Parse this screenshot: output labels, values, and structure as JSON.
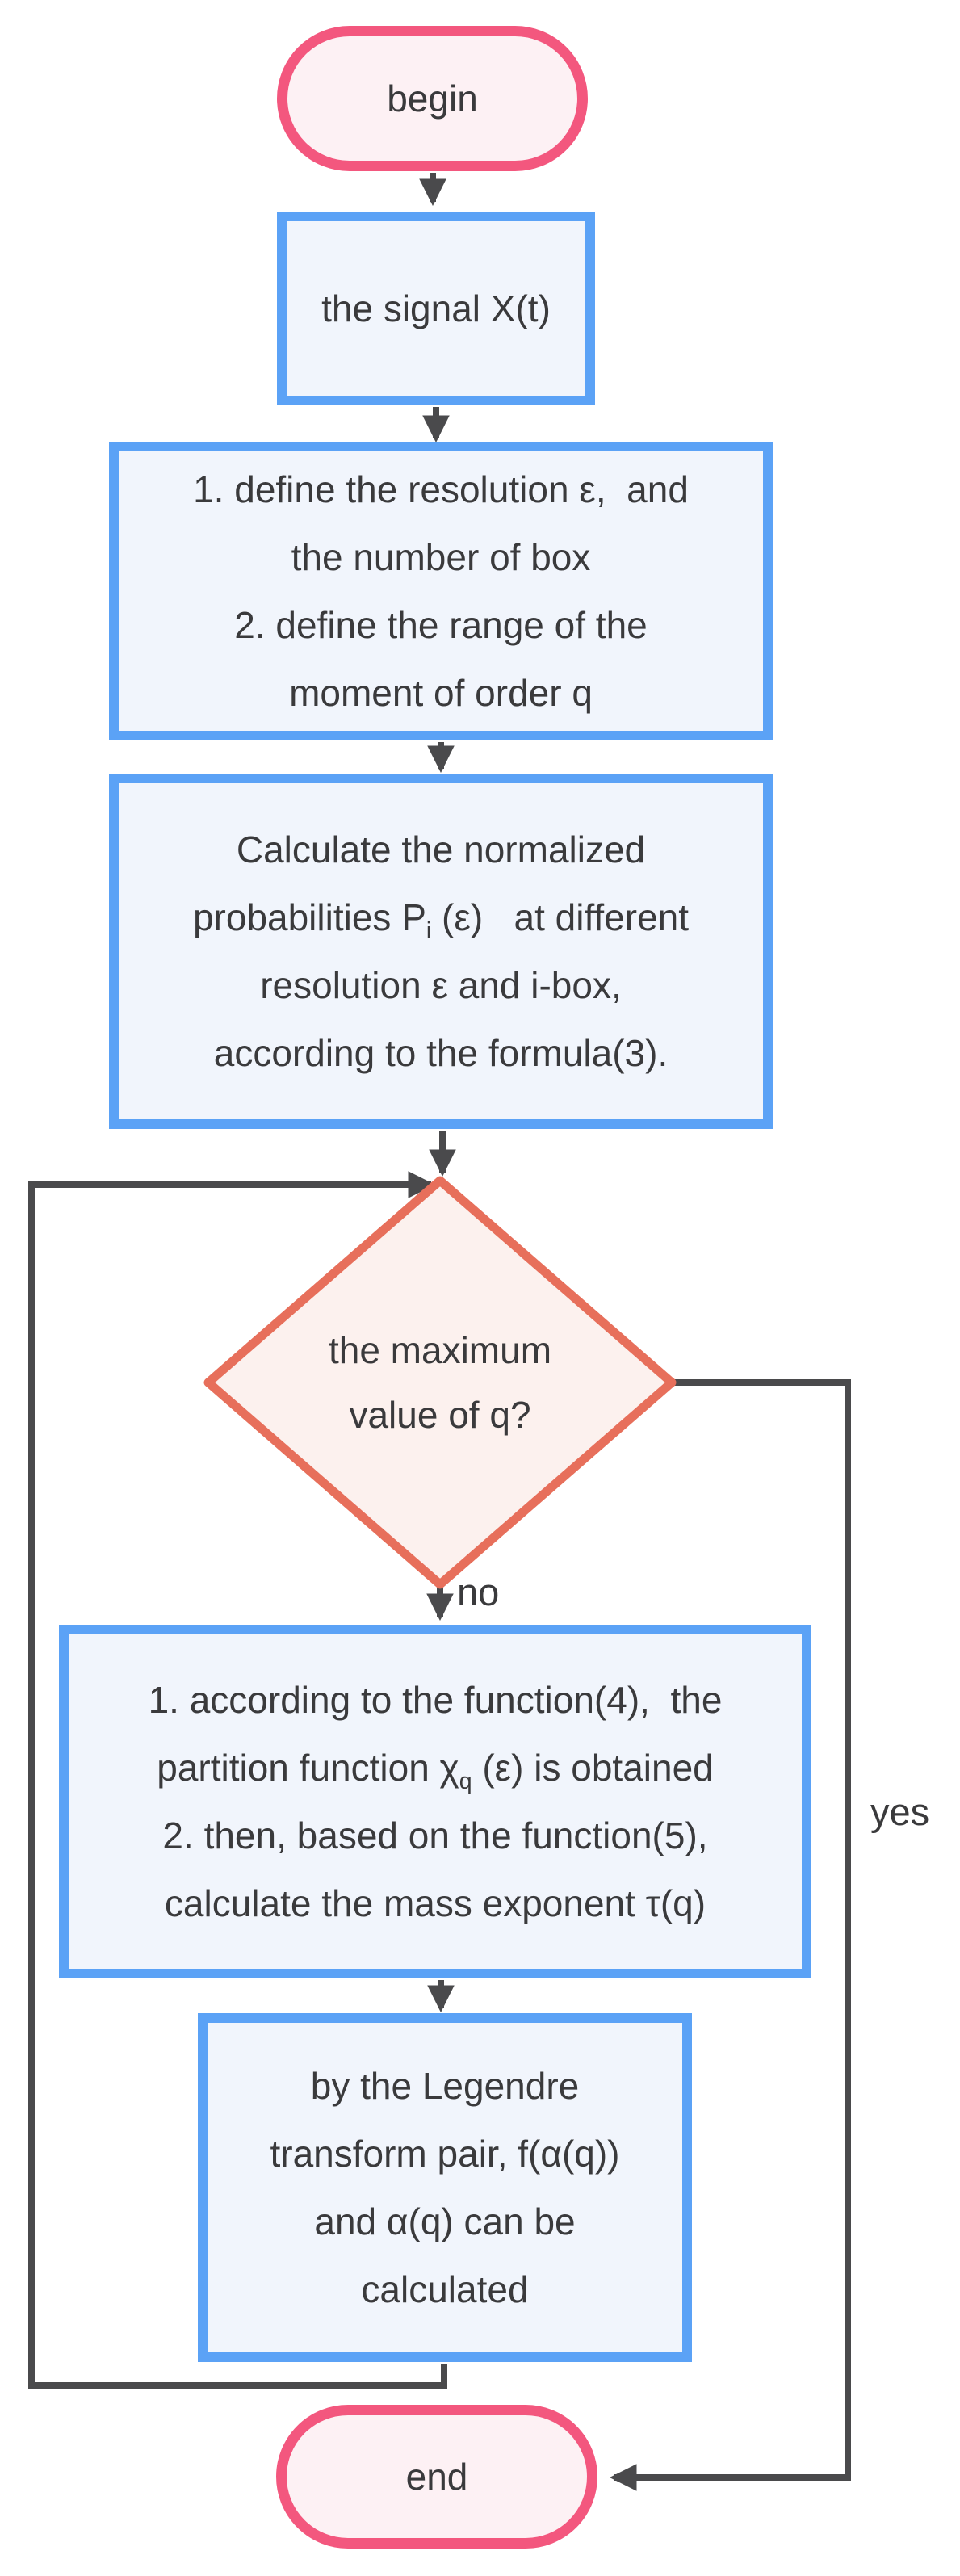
{
  "colors": {
    "blue-border": "#5BA2F6",
    "blue-fill": "#F1F5FC",
    "pink-border": "#F3577E",
    "pink-fill": "#FDF1F4",
    "salmon-border": "#E76F5B",
    "salmon-fill": "#FCF1EE",
    "line": "#4A4A4C",
    "text": "#3A3A3C"
  },
  "nodes": {
    "begin": {
      "label": "begin"
    },
    "signal": {
      "lines": [
        "the signal X(t)"
      ]
    },
    "define": {
      "lines": [
        "1. define the resolution ε,  and",
        "the number of box",
        "2. define the range of the",
        "moment of order q"
      ]
    },
    "probabilities": {
      "lines": [
        "Calculate the normalized",
        [
          {
            "t": "probabilities P"
          },
          {
            "t": "i",
            "sub": true
          },
          {
            "t": " (ε)   at different"
          }
        ],
        "resolution ε and i-box,",
        "according to the formula(3)."
      ]
    },
    "decision": {
      "lines": [
        "the maximum",
        "value of q?"
      ]
    },
    "partition": {
      "lines": [
        "1. according to the function(4),  the",
        [
          {
            "t": "partition function χ"
          },
          {
            "t": "q",
            "sub": true
          },
          {
            "t": " (ε) is obtained"
          }
        ],
        "2. then, based on the function(5),",
        "calculate the mass exponent τ(q)"
      ]
    },
    "legendre": {
      "lines": [
        "by the Legendre",
        "transform pair, f(α(q))",
        "and α(q) can be",
        "calculated"
      ]
    },
    "end": {
      "label": "end"
    }
  },
  "edge_labels": {
    "no": "no",
    "yes": "yes"
  }
}
